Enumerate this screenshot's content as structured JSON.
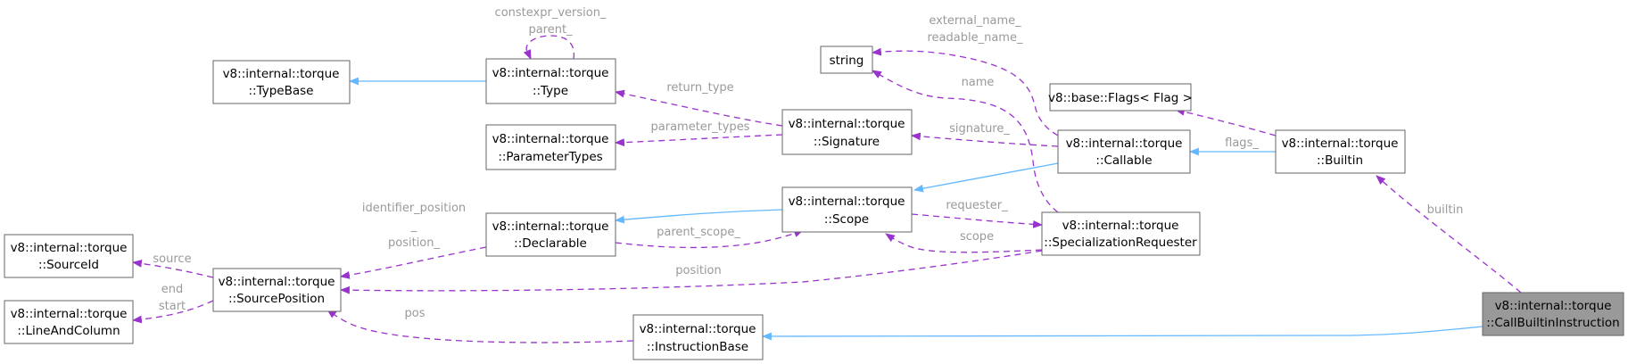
{
  "nodes": {
    "typebase": [
      "v8::internal::torque",
      "::TypeBase"
    ],
    "type": [
      "v8::internal::torque",
      "::Type"
    ],
    "parametertypes": [
      "v8::internal::torque",
      "::ParameterTypes"
    ],
    "signature": [
      "v8::internal::torque",
      "::Signature"
    ],
    "string": [
      "string"
    ],
    "flags": [
      "v8::base::Flags< Flag >"
    ],
    "callable": [
      "v8::internal::torque",
      "::Callable"
    ],
    "builtin": [
      "v8::internal::torque",
      "::Builtin"
    ],
    "scope": [
      "v8::internal::torque",
      "::Scope"
    ],
    "declarable": [
      "v8::internal::torque",
      "::Declarable"
    ],
    "specreq": [
      "v8::internal::torque",
      "::SpecializationRequester"
    ],
    "sourceid": [
      "v8::internal::torque",
      "::SourceId"
    ],
    "sourcepos": [
      "v8::internal::torque",
      "::SourcePosition"
    ],
    "lineandcol": [
      "v8::internal::torque",
      "::LineAndColumn"
    ],
    "instrbase": [
      "v8::internal::torque",
      "::InstructionBase"
    ],
    "callbuiltin": [
      "v8::internal::torque",
      "::CallBuiltinInstruction"
    ]
  },
  "labels": {
    "constexpr_version": "constexpr_version_",
    "parent": "parent_",
    "return_type": "return_type",
    "parameter_types": "parameter_types",
    "external_name": "external_name_",
    "readable_name": "readable_name_",
    "name": "name",
    "flags": "flags_",
    "signature": "signature_",
    "builtin": "builtin",
    "identifier_position": "identifier_position",
    "underscore": "_",
    "position_": "position_",
    "parent_scope": "parent_scope_",
    "requester": "requester_",
    "scope": "scope",
    "source": "source",
    "position": "position",
    "end": "end",
    "start": "start",
    "pos": "pos"
  },
  "colors": {
    "inheritance": "#63b8ff",
    "usage": "#9a32cd",
    "label": "#9a9a9a",
    "highlight_fill": "#999999"
  }
}
